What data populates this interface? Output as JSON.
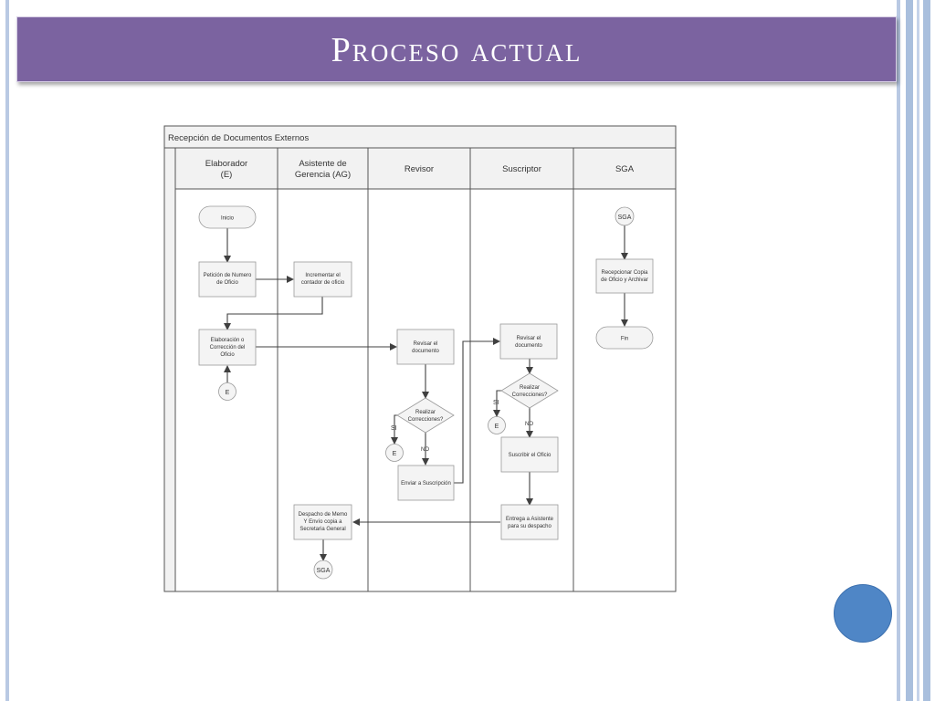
{
  "slide": {
    "title": "Proceso actual"
  },
  "diagram": {
    "pool_title": "Recepción de Documentos Externos",
    "lanes": [
      {
        "line1": "Elaborador",
        "line2": "(E)"
      },
      {
        "line1": "Asistente de",
        "line2": "Gerencia (AG)"
      },
      {
        "line1": "Revisor",
        "line2": ""
      },
      {
        "line1": "Suscriptor",
        "line2": ""
      },
      {
        "line1": "SGA",
        "line2": ""
      }
    ],
    "nodes": {
      "inicio": "Inicio",
      "peticion": [
        "Petición de Numero",
        "de Oficio"
      ],
      "incrementar": [
        "Incrementar el",
        "contador de oficio"
      ],
      "elaboracion": [
        "Elaboración o",
        "Corrección del",
        "Oficio"
      ],
      "connector_e1": "E",
      "revisar_revisor": [
        "Revisar el",
        "documento"
      ],
      "decision_revisor": [
        "Realizar",
        "Correcciones?"
      ],
      "si_revisor": "SI",
      "no_revisor": "NO",
      "connector_e2": "E",
      "enviar_suscripcion": "Enviar a Suscripción",
      "revisar_suscriptor": [
        "Revisar el",
        "documento"
      ],
      "decision_suscriptor": [
        "Realizar",
        "Correcciones?"
      ],
      "si_suscriptor": "SI",
      "no_suscriptor": "NO",
      "connector_e3": "E",
      "suscribir": "Suscribir el Oficio",
      "entrega": [
        "Entrega a Asistente",
        "para su despacho"
      ],
      "despacho": [
        "Despacho de Memo",
        "Y Envío copia a",
        "Secretaria General"
      ],
      "connector_sga_bottom": "SGA",
      "connector_sga_top": "SGA",
      "recepcionar": [
        "Recepcionar Copia",
        "de Oficio y Archivar"
      ],
      "fin": "Fin"
    }
  },
  "colors": {
    "title_bar": "#7b63a0",
    "accent_circle": "#4f86c6",
    "side_stripes": "#a9bfdd"
  }
}
